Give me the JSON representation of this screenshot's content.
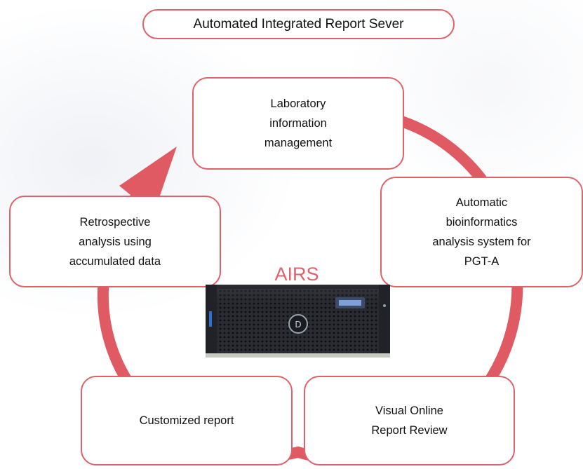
{
  "title": "Automated Integrated Report Sever",
  "center": {
    "label": "AIRS",
    "image": "server-rack"
  },
  "nodes": [
    {
      "id": "lims",
      "text": "Laboratory\ninformation\nmanagement"
    },
    {
      "id": "bioinfo",
      "text": "Automatic\nbioinformatics\nanalysis system for\nPGT-A"
    },
    {
      "id": "review",
      "text": "Visual Online\nReport Review"
    },
    {
      "id": "custom",
      "text": "Customized report"
    },
    {
      "id": "retro",
      "text": "Retrospective\nanalysis using\naccumulated data"
    }
  ],
  "colors": {
    "accent": "#e0616a",
    "ring": "#e05a63"
  }
}
